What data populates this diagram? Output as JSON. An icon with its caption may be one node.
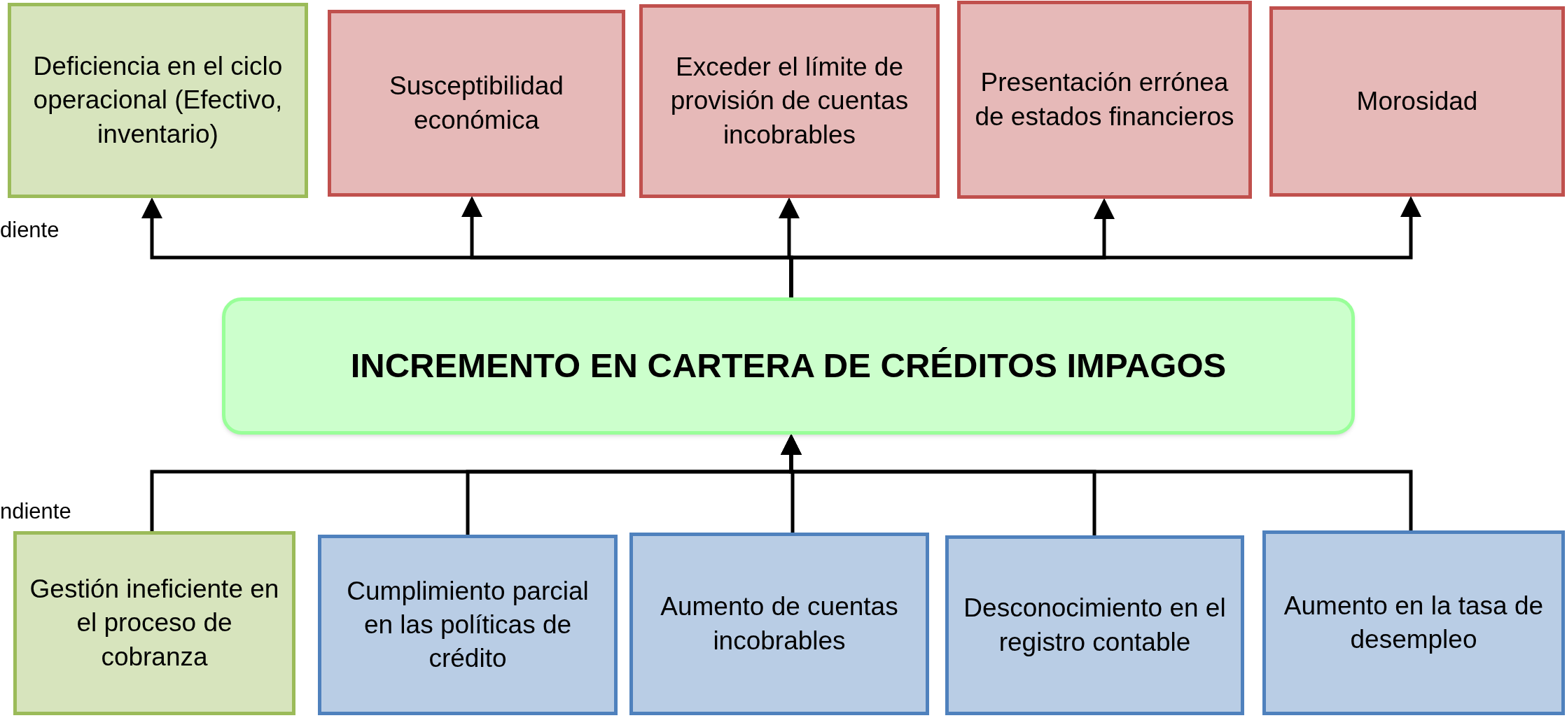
{
  "diagram": {
    "nodes": [
      {
        "text": [
          "Deficiencia en el ciclo operacional (Efectivo, inventario)"
        ]
      },
      {
        "text": [
          "Susceptibilidad económica"
        ]
      },
      {
        "text": [
          "Exceder el límite de provisión de cuentas incobrables"
        ]
      },
      {
        "text": [
          "Presentación errónea de estados financieros"
        ]
      },
      {
        "text": [
          "Morosidad"
        ]
      },
      {
        "text": [
          "INCREMENTO EN CARTERA DE CRÉDITOS IMPAGOS"
        ]
      },
      {
        "text": [
          "Gestión ineficiente en el proceso de cobranza"
        ]
      },
      {
        "text": [
          "Cumplimiento parcial en las políticas de crédito"
        ]
      },
      {
        "text": [
          "Aumento de cuentas incobrables"
        ]
      },
      {
        "text": [
          "Desconocimiento en el registro contable"
        ]
      },
      {
        "text": [
          "Aumento en la tasa de desempleo"
        ]
      }
    ],
    "edges": [
      {
        "from": 5,
        "to": 0,
        "arrow": "to"
      },
      {
        "from": 5,
        "to": 1,
        "arrow": "to"
      },
      {
        "from": 5,
        "to": 2,
        "arrow": "to"
      },
      {
        "from": 5,
        "to": 3,
        "arrow": "to"
      },
      {
        "from": 5,
        "to": 4,
        "arrow": "to"
      },
      {
        "from": 6,
        "to": 5,
        "arrow": "to"
      },
      {
        "from": 7,
        "to": 5,
        "arrow": "to"
      },
      {
        "from": 8,
        "to": 5,
        "arrow": "to"
      },
      {
        "from": 9,
        "to": 5,
        "arrow": "to"
      },
      {
        "from": 10,
        "to": 5,
        "arrow": "to"
      }
    ],
    "labels": [
      "diente",
      "ndiente"
    ]
  }
}
